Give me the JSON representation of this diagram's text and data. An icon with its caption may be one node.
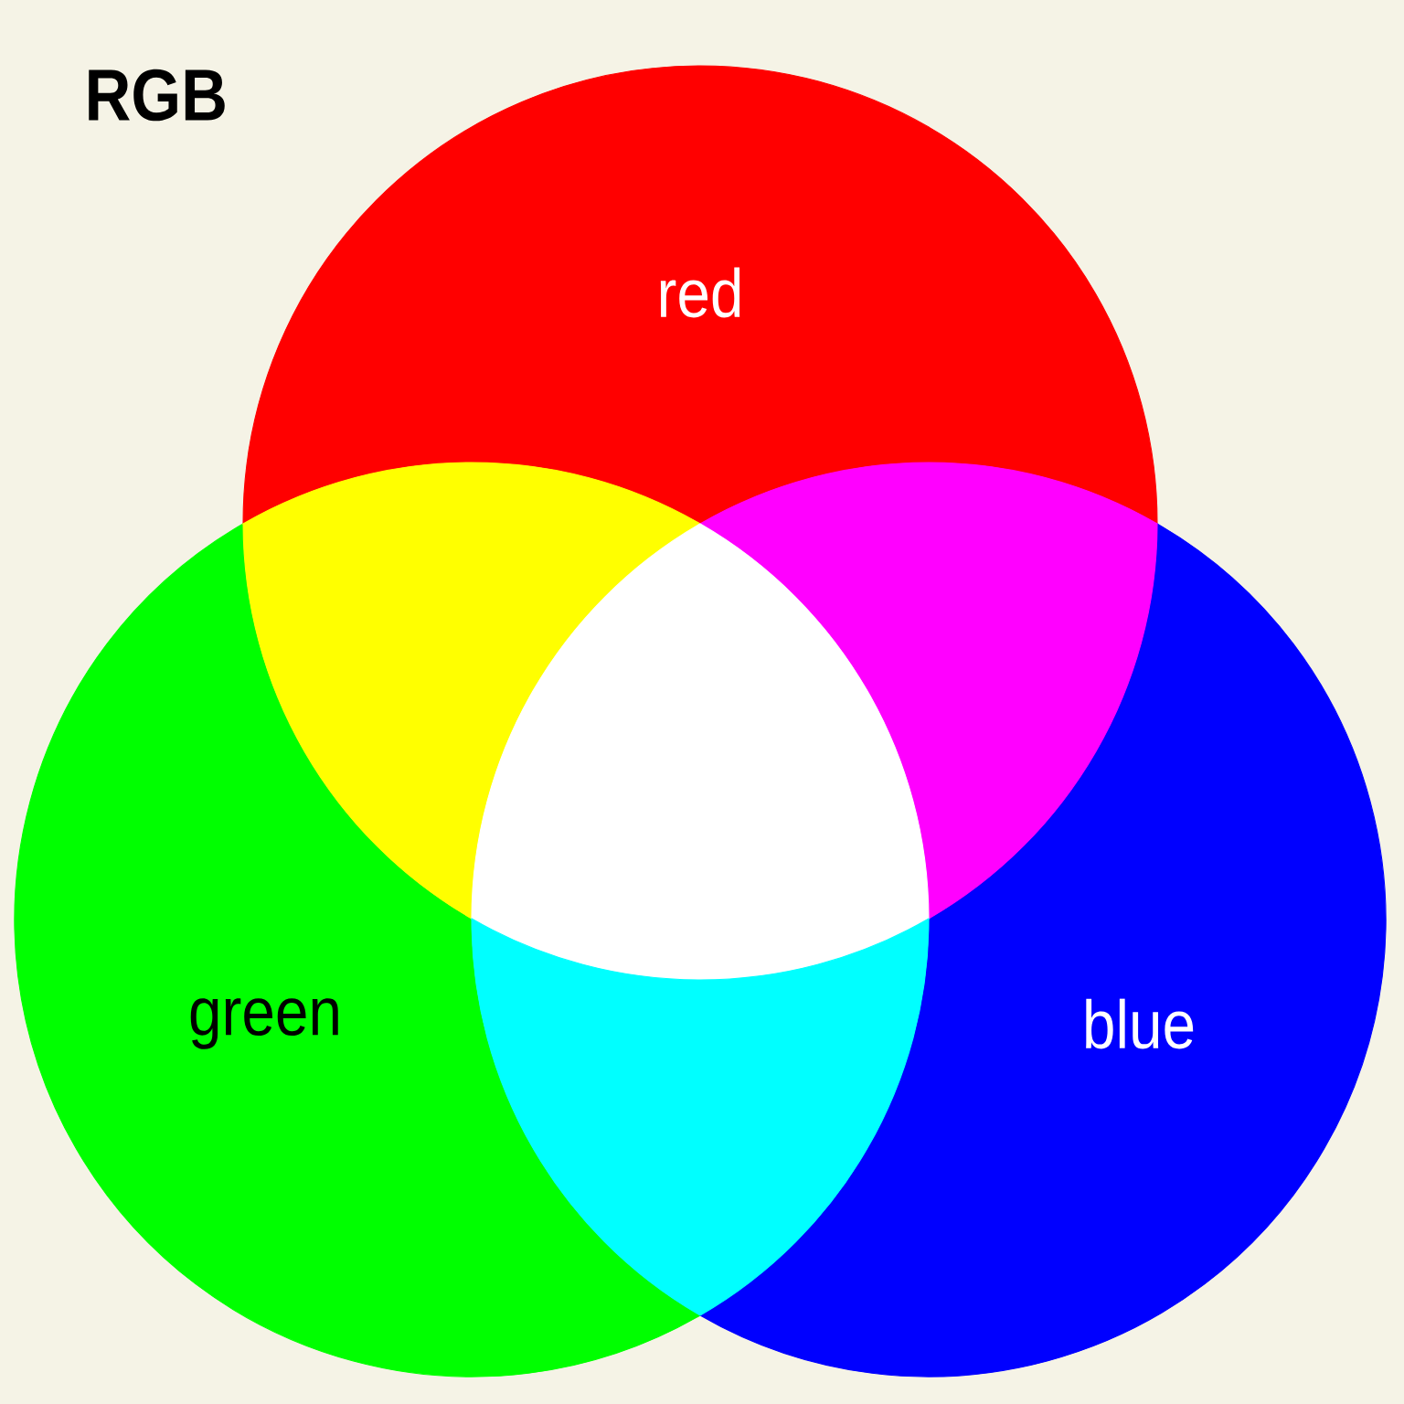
{
  "diagram": {
    "title": "RGB",
    "nodes": [
      {
        "text": [
          "red"
        ]
      },
      {
        "text": [
          "green"
        ]
      },
      {
        "text": [
          "blue"
        ]
      },
      {
        "text": [],
        "shape": "triangle"
      },
      {
        "text": [],
        "shape": "triangle"
      },
      {
        "text": [],
        "shape": "triangle"
      },
      {
        "text": [],
        "shape": "triangle"
      }
    ]
  }
}
